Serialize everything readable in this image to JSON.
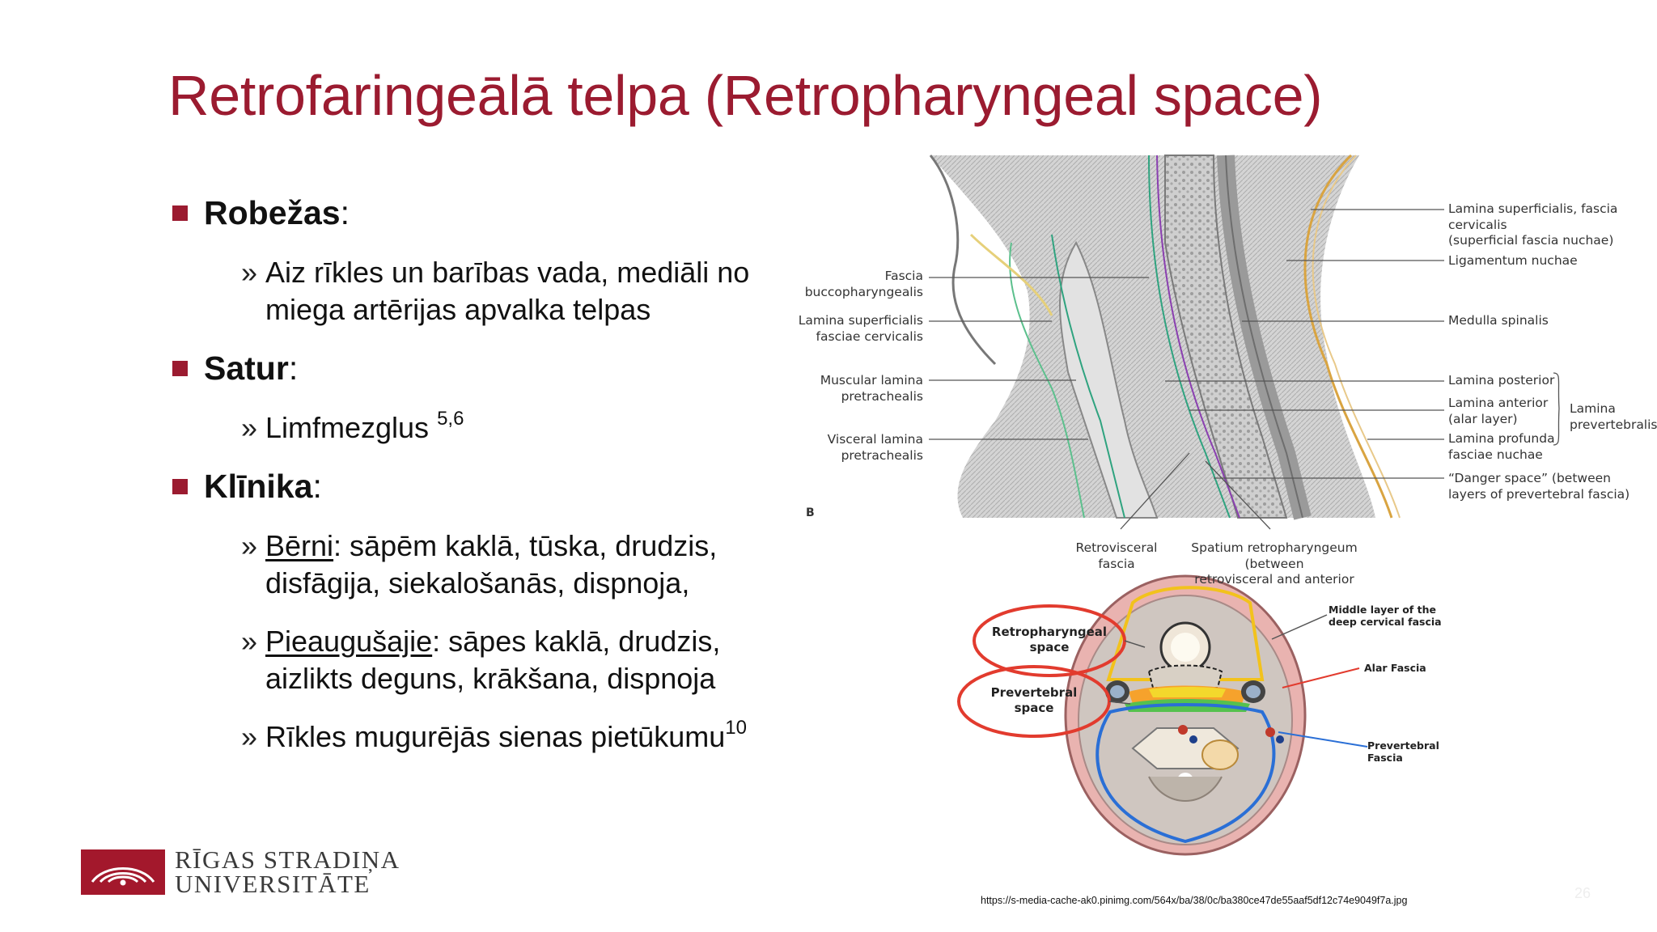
{
  "title": "Retrofaringeālā telpa (Retropharyngeal space)",
  "bullets": {
    "robezas": {
      "label": "Robežas",
      "colon": ":"
    },
    "robezas_sub1": "Aiz rīkles un barības vada, mediāli no miega artērijas apvalka telpas",
    "satur": {
      "label": "Satur",
      "colon": ":"
    },
    "satur_sub1": {
      "text": "Limfmezglus ",
      "sup": "5,6"
    },
    "klinika": {
      "label": "Klīnika",
      "colon": ":"
    },
    "klinika_sub1": {
      "term": "Bērni",
      "text": ": sāpēm kaklā, tūska, drudzis, disfāgija, siekalošanās, dispnoja,"
    },
    "klinika_sub2": {
      "term": "Pieaugušajie",
      "text": ": sāpes kaklā, drudzis, aizlikts deguns, krākšana, dispnoja"
    },
    "klinika_sub3": {
      "text": "Rīkles mugurējās sienas pietūkumu",
      "sup": "10"
    },
    "chevron": "»"
  },
  "figure": {
    "label_b": "B",
    "labels_left": {
      "fascia_bucco": "Fascia\nbuccopharyngealis",
      "lamina_superficialis": "Lamina superficialis\nfasciae cervicalis",
      "muscular_lamina": "Muscular lamina\npretrachealis",
      "visceral_lamina": "Visceral lamina\npretrachealis"
    },
    "labels_right": {
      "lamina_superficialis_cervicalis": "Lamina superficialis, fascia cervicalis\n(superficial fascia nuchae)",
      "ligamentum_nuchae": "Ligamentum nuchae",
      "medulla_spinalis": "Medulla spinalis",
      "lamina_posterior": "Lamina posterior",
      "lamina_anterior": "Lamina anterior\n(alar layer)",
      "lamina_profunda": "Lamina profunda\nfasciae nuchae",
      "danger_space": "“Danger space” (between\nlayers of prevertebral fascia)",
      "lamina_prevertebralis": "Lamina\nprevertebralis"
    },
    "labels_bottom": {
      "retrovisceral": "Retrovisceral\nfascia",
      "spatium": "Spatium retropharyngeum (between\nretrovisceral and anterior"
    },
    "axial": {
      "retropharyngeal_space": "Retropharyngeal\nspace",
      "prevertebral_space": "Prevertebral\nspace",
      "middle_layer": "Middle layer of the\ndeep cervical fascia",
      "alar_fascia": "Alar Fascia",
      "prevertebral_fascia": "Prevertebral\nFascia"
    }
  },
  "source_url": "https://s-media-cache-ak0.pinimg.com/564x/ba/38/0c/ba380ce47de55aaf5df12c74e9049f7a.jpg",
  "page_number": "26",
  "logo": {
    "line1": "RĪGAS STRADIŅA",
    "line2": "UNIVERSITĀTE"
  },
  "colors": {
    "accent": "#9b1b30",
    "oval_red": "#e23b2e",
    "blue_fascia": "#2a6fd6",
    "yellow_fascia": "#f2c21c"
  }
}
